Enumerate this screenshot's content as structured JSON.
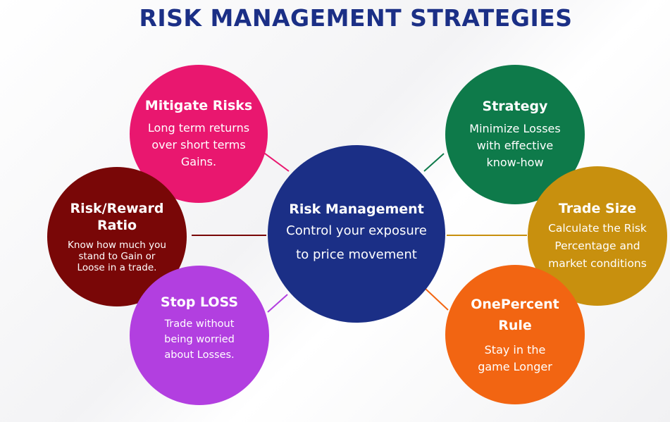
{
  "title": "RISK MANAGEMENT STRATEGIES",
  "center": {
    "heading": "Risk Management",
    "text": "Control your exposure to price movement",
    "color": "#1b2f86"
  },
  "nodes": [
    {
      "heading": "Mitigate Risks",
      "text": "Long term returns over short terms Gains.",
      "color": "#e9176f"
    },
    {
      "heading": "Risk/Reward Ratio",
      "text": "Know how much you stand to Gain or Loose in a trade.",
      "color": "#790707"
    },
    {
      "heading": "Stop LOSS",
      "text": "Trade without being worried about Losses.",
      "color": "#b23fe0"
    },
    {
      "heading": "Strategy",
      "text": "Minimize Losses with effective know-how",
      "color": "#0e7a4a"
    },
    {
      "heading": "Trade Size",
      "text": "Calculate the Risk Percentage and market conditions",
      "color": "#c8900e"
    },
    {
      "heading": "OnePercent Rule",
      "text": "Stay in the game Longer",
      "color": "#f26512"
    }
  ]
}
